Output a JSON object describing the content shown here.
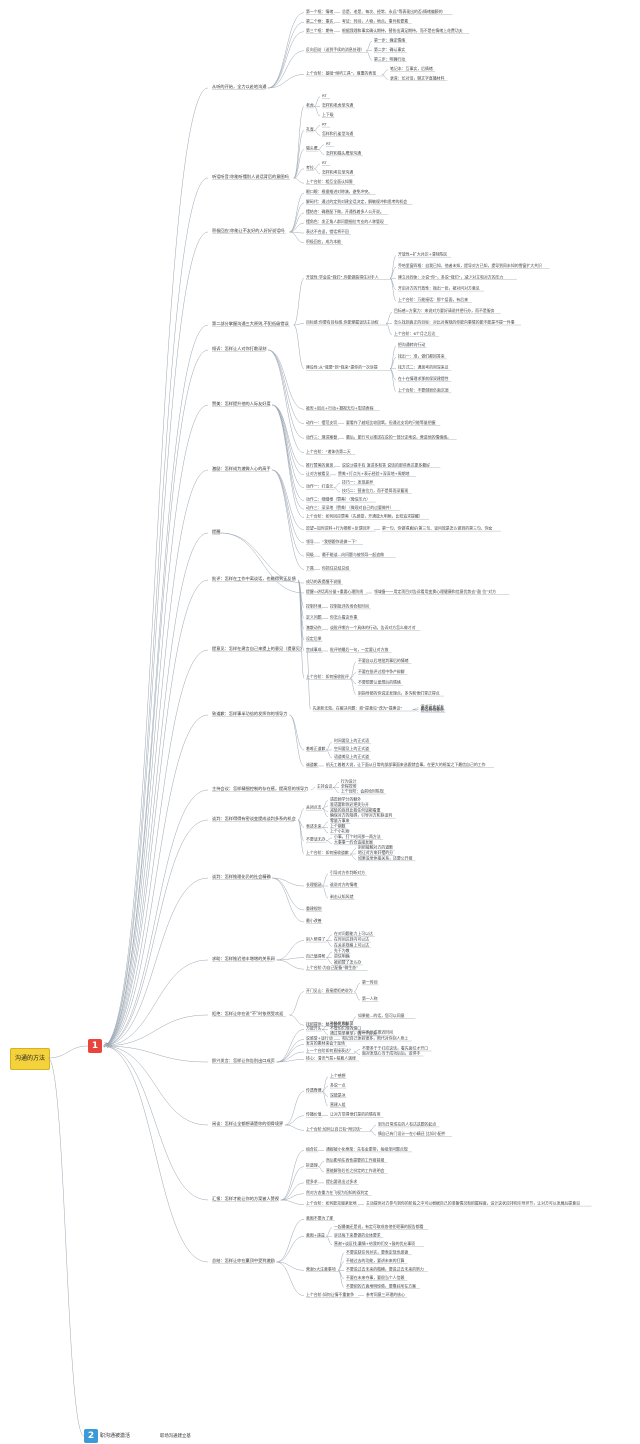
{
  "root": "沟通的方法",
  "sections": [
    {
      "num": "1",
      "label": "沟"
    },
    {
      "num": "2",
      "label": "职沟通被激活"
    }
  ],
  "sec2_tail": "职场沟通建立基",
  "colors": {
    "root": "#f4d23c",
    "sec1": "#e8453c",
    "sec2": "#3a9bd8",
    "line": "#9aa6b2"
  },
  "groups": [
    {
      "title": "从听的开始，全力以赴地沟通",
      "items": [
        {
          "t": "第一个框：情绪",
          "c": [
            "总是、老是、每次、经常、永远”等表现出的否/情绪偏颇的"
          ]
        },
        {
          "t": "第二个框：事实",
          "c": [
            "考证：时间，人物，地点，事件和要素"
          ]
        },
        {
          "t": "第三个框：期待",
          "c": [
            "根据我理和事实确认期待，替扮出满足期待，而不是在情绪上花费功夫"
          ]
        },
        {
          "t": "反向回访（送到手续的消息处理）",
          "c": [
            "第一步：确定情绪",
            "第二步：确认事实",
            "第三步：明确行动"
          ]
        },
        {
          "t": "上个台阶：基础“倾听工具”，尊重的表现",
          "c": [
            "笔记本：互事实，后情绪",
            "录音：长对话，聊文字直播材料"
          ]
        }
      ]
    },
    {
      "title": "听话听音:你能听懂别人说话背后的意图吗",
      "items": [
        {
          "t": "老虎",
          "c": [
            "RT",
            "怎样和老虎型沟通",
            "上下级"
          ]
        },
        {
          "t": "孔雀",
          "c": [
            "RT",
            "怎样和孔雀型沟通"
          ]
        },
        {
          "t": "猫头鹰",
          "c": [
            "RT",
            "怎样和猫头鹰型沟通"
          ]
        },
        {
          "t": "考拉",
          "c": [
            "RT",
            "怎样和考拉型沟通"
          ]
        },
        {
          "t": "上个台阶：相互全面认知需",
          "c": []
        }
      ]
    },
    {
      "title": "积极回应:你能让不友好的人好好说话吗",
      "items": [
        {
          "t": "眼口眼：根据推进对称演，避免冲突。",
          "c": []
        },
        {
          "t": "解码代：通过的定到对建全话决定，解敏规冲和思考的机会",
          "c": []
        },
        {
          "t": "摆结合：确稳配下做，开通找着多人公开说。",
          "c": []
        },
        {
          "t": "摆角色：发正角人群问题细位专业的人称管现",
          "c": []
        },
        {
          "t": "表达不合适，错话将不回",
          "c": []
        },
        {
          "t": "积极回应，成为本能",
          "c": []
        }
      ]
    },
    {
      "title": "第二部分掌握沟通三大原则,不犯低级错误",
      "items": [
        {
          "t": "开放性:学会说“我们”,你能做曲得住对手人",
          "c": [
            "开放性=扩大共识+清除陈区",
            "乔哈里窗四格：自我已知、他者未知，提导对方已知，提导到同未知的雪窗扩大共识",
            "建立共同体：沙说“你”，多说“我们”，减少对立和对方的压力",
            "开启对方的开放性：抛出一张，被对问对方意见",
            "上个台阶：万能接话：那个层面，有后来"
          ]
        },
        {
          "t": "目标感:你要有目标感,你能掌握谈话主动权",
          "c": [
            "目标感=方案力：来说对方要好请说并把行办，而不是服务",
            "怎么找到真正的目标：对比对客观的你能向事情的能不能是不提一件事",
            "上个台阶：6个月之后达"
          ]
        },
        {
          "t": "建设性:从“我要”到“我来”提你的一次诉提",
          "c": [
            "把沟通转向行动",
            "找出一：准，做们都回答来",
            "找方式二：通思考的用深来议",
            "在十在情理求那前保双建提性",
            "上个台阶：不要倒很负面沉溺"
          ]
        }
      ]
    },
    {
      "title": "倾诉：怎样让人对你打敞深刻",
      "items": [
        {
          "t": "被否+因点+行动+凝视无句+慰语表程",
          "c": []
        },
        {
          "t": "动作一：摆范支切",
          "c": [
            "要看作了越短比较固氧，但通达支切的只能等量把握"
          ]
        },
        {
          "t": "动作三：理进案替",
          "c": [
            "最后，能行可以推送在说的一部分定地说，营造他的情绪感。"
          ]
        },
        {
          "t": "上个台阶：“诸体仿第二天",
          "c": []
        }
      ]
    },
    {
      "title": "赞美：怎样提升他的人际友好度",
      "items": [
        {
          "t": "推行赞美的意思",
          "c": [
            "说说沙提手有 演讲多和答 说话的那些表达更多最好"
          ]
        },
        {
          "t": "让对方被看见",
          "c": [
            "赞美+打点光+表示经验+深深地+周期地"
          ]
        },
        {
          "t": "动作一：打造元",
          "c": [
            "技巧一：发现差异",
            "技巧二：营造位力，而不是简而深蓄观"
          ]
        },
        {
          "t": "动作二：细缝根（赞美）（微信压力）",
          "c": []
        },
        {
          "t": "动作三：深深地（赞美）（微观对自己的过要做件）",
          "c": []
        },
        {
          "t": "上个台阶：如何回应赞美（先感受，开通放大明晰，比较追求提醒）",
          "c": []
        }
      ]
    },
    {
      "title": "激励：怎样成为激微人心的高手",
      "items": [
        {
          "t": "愿望=加时资料+行为推断+反馈回环",
          "c": [
            "第一句、你做得真好(第三句、谈问效是怎么做到的第三句、你女"
          ]
        },
        {
          "t": "领导",
          "c": [
            "“我想跟你说做一下”"
          ]
        },
        {
          "t": "同级",
          "c": [
            "最不能谈...向问题与被领导一起追做"
          ]
        },
        {
          "t": "下属",
          "c": [
            "你抓住总结总结"
          ]
        }
      ]
    },
    {
      "title": "提醒",
      "items": [
        {
          "t": "成功的表提醒不说服",
          "c": []
        },
        {
          "t": "提醒=讲话再分量+重要心理防线",
          "c": [
            "领域备一一用定项目对告诉看用变换心理健康和信意优势去“鼓 位”对方"
          ]
        }
      ]
    },
    {
      "title": "批评：怎样在工作中离谈话，也能得到正反馈",
      "items": [
        {
          "t": "控制环境",
          "c": [
            "控制批评的场合和时间"
          ]
        },
        {
          "t": "定义问题",
          "c": [
            "你怎么看这件事"
          ]
        },
        {
          "t": "澈散动作",
          "c": [
            "谈批评哪方一个具体的行动，告诉对方怎么做才对"
          ]
        },
        {
          "t": "设定后果",
          "c": []
        },
        {
          "t": "完成事成",
          "c": [
            "批评他最后一句，一定要让对方放"
          ]
        },
        {
          "t": "上个台阶：如何接收批评",
          "c": [
            "不要自以后地批判事后的情绪",
            "不要在批评过程中争产辩解",
            "不要想要认爱想后的情绪",
            "别指导那的你说定发理点，多沟和他们堂正得点"
          ]
        }
      ]
    },
    {
      "title": "提意见：怎样在建言自己来提上的意见（提意见）",
      "items": [
        {
          "t": "先迷新无效，在解决问题：把“提意见”改为“提建议”",
          "c": [
            "滚求证支对方",
            "定义双方关系",
            "固话其得意况"
          ]
        }
      ]
    },
    {
      "title": "致道歉：怎样事半功倍的发挥你的领导力",
      "items": [
        {
          "t": "着唯正道歉",
          "c": [
            "时间要及上的正式语",
            "空间要及上的正式道",
            "语道美及上的正式道"
          ]
        },
        {
          "t": "诚道歉",
          "c": [
            "机无工着着大说，让下面从日常的部部事面来选跟就会事。在更大的框架之下最信自己的工作"
          ]
        }
      ]
    },
    {
      "title": "主持会议：怎样精细控制的存在感，提高您的领导力",
      "items": [
        {
          "t": "主持会议",
          "c": [
            "行为设计",
            "全程控场",
            "上个台阶：会前给时陈规"
          ]
        }
      ]
    },
    {
      "title": "谈判：怎样得得有密谈变提成谈判多系的机会",
      "items": [
        {
          "t": "关闭点击",
          "c": [
            "请愿顾学分的额外",
            "准语要和你必把失分开",
            "减级的底线比我任何谈都看重",
            "确保对方的阻碍，引导对方和联谈判"
          ]
        },
        {
          "t": "表述未来",
          "c": [
            "零量万事来",
            "上个期数",
            "上个小礼物"
          ]
        },
        {
          "t": "不要谈无办",
          "c": [
            "小事，打个时间那一两方法",
            "大事事一约合追接发展"
          ]
        },
        {
          "t": "上个台阶：如何接收道歉",
          "c": [
            "别把接触对方的道歉",
            "地让对方来好摆的分",
            "如果没坐休接关系，还要公开报"
          ]
        }
      ]
    },
    {
      "title": "谈判：怎样推理化仍的社会精确",
      "items": [
        {
          "t": "长理据涵",
          "c": [
            "引导对方作判断对方",
            "谁说对方的情绪",
            "剥击认知风就"
          ]
        },
        {
          "t": "重建规划",
          "c": []
        },
        {
          "t": "最小改善",
          "c": []
        }
      ]
    },
    {
      "title": "求助：怎样推迟他丰增增的关系网",
      "items": [
        {
          "t": "别人帮得了",
          "c": [
            "在对问题能力上可以达",
            "在时间达到内可以达",
            "在关系规格上可以达"
          ]
        },
        {
          "t": "自己值得帮",
          "c": [
            "先干为敬",
            "资信明确",
            "被把赞了怎么办"
          ]
        },
        {
          "t": "上个台阶:为自己配备“微生态”",
          "c": []
        }
      ]
    },
    {
      "title": "拒绝：怎样让你在说“不”时依然受欢迎",
      "items": [
        {
          "t": "开门见山：直接提拒绝说为",
          "c": [
            "第一时间",
            "第一人称"
          ]
        },
        {
          "t": "找把提供：替出替代方案",
          "c": [
            "如果能...的话，您可以同意",
            "交房条件或推迟时间"
          ]
        }
      ]
    },
    {
      "title": "即兴发言：怎样让你告别出口成页",
      "items": [
        {
          "t": "万能开头",
          "c": [
            "补处负面标签",
            "不管怕们准的借口",
            "通过简单模型，统一个好头"
          ]
        },
        {
          "t": "说感受+谈行动",
          "c": [
            "和记自己体验很多，照代对你别人身上"
          ]
        },
        {
          "t": "发言的素材来会于现场",
          "c": []
        },
        {
          "t": "上一个台阶如何直接表达？",
          "c": [
            "不要多于于打应这话，看先面位才开口",
            "面对发现心当于成功后后，该停手"
          ]
        },
        {
          "t": "核心：清讯气氛+稻着人演绎",
          "c": []
        }
      ]
    },
    {
      "title": "闲谈：怎样让全都想清楚你的彻骨境界",
      "items": [
        {
          "t": "传遗脊撑",
          "c": [
            "上个感想",
            "多说一点",
            "深能是冰",
            "营建入组"
          ]
        },
        {
          "t": "传播价值",
          "c": [
            "让对方觉得他们是的的情有用"
          ]
        },
        {
          "t": "上个台阶:如何让自己有“附识话”",
          "c": [
            "到当日常成在的人有达这题的起点",
            "情自己有门设计一在小精还 比如小配件"
          ]
        }
      ]
    },
    {
      "title": "汇报：怎样才能让你的方案被人赞视",
      "items": [
        {
          "t": "组合拉",
          "c": [
            "通报被小化框架：先有金更带，每组单问题点规"
          ]
        },
        {
          "t": "拆道理",
          "c": [
            "然后影响东西性提要的工作报前报",
            "营能解答后任之份定的工作说明会"
          ]
        },
        {
          "t": "提多求",
          "c": [
            "提出要说出过多求"
          ]
        },
        {
          "t": "然对方态重力在飞权为坦知的双利定",
          "c": []
        },
        {
          "t": "上个台阶：如何能克服紧张地",
          "c": [
            "主动提供对方参与到你的阶段之中可以根据自己的准备情况和把握程度，设计这状应排和引导环节，让对方可以发展后提意见"
          ]
        }
      ]
    },
    {
      "title": "总结：怎样让你在赢顶中受到激励",
      "items": [
        {
          "t": "意图不要为了那",
          "c": []
        },
        {
          "t": "意图+递益",
          "c": [
            "一起最偏还是说，有定可取成各他任呢事的报告都看",
            "诉还每下来要做的业体要求",
            "营谢+谈区找,赢情+给我的们交+鼓的优允事项"
          ]
        },
        {
          "t": "营谢5大注意事项",
          "c": [
            "不要说获任何并实，要表定现也感谢",
            "不能过去的功能，要讲未来的打算",
            "不要说过去未来的楷模，要说过去未来的努力",
            "不要在未来夺事，要很当个人信赖",
            "不要把的方真地明惊倦，要靠好所在方案"
          ]
        },
        {
          "t": "上个台阶:如何让情不重复争",
          "c": [
            "参考同意三环理的核心"
          ]
        }
      ]
    }
  ]
}
